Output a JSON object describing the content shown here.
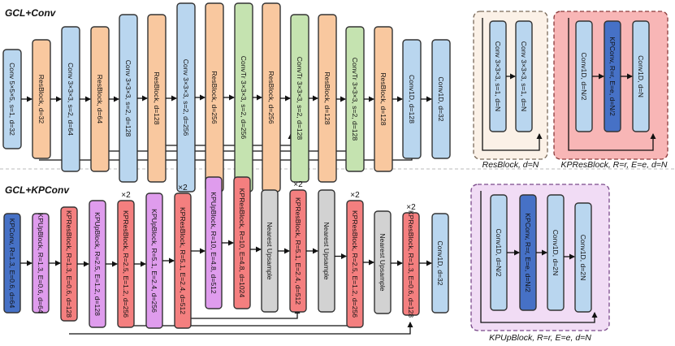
{
  "colors": {
    "conv": "#b9d6ef",
    "resblock": "#f9c89f",
    "convtr": "#c5e3b0",
    "kpconv": "#4671c6",
    "kpupblock": "#df9ced",
    "kpresblock": "#f47f7f",
    "upsample": "#d2d2d2",
    "resblock_bg": "#fbf1e7",
    "kpresblock_bg": "#f8b6b6",
    "kpupblock_bg": "#f1dcf5",
    "inset_border_beige": "#7a6a5a",
    "inset_border_red": "#8a3a3a",
    "inset_border_purple": "#7a4a8a"
  },
  "top": {
    "title": "GCL+Conv",
    "blocks": [
      {
        "label": "Conv 5×5×5, s=1, d=32",
        "type": "conv"
      },
      {
        "label": "ResBlock, d=32",
        "type": "resblock"
      },
      {
        "label": "Conv 3×3×3, s=2, d=64",
        "type": "conv"
      },
      {
        "label": "ResBlock, d=64",
        "type": "resblock"
      },
      {
        "label": "Conv 3×3×3, s=2, d=128",
        "type": "conv"
      },
      {
        "label": "ResBlock, d=128",
        "type": "resblock"
      },
      {
        "label": "Conv 3×3×3, s=2, d=256",
        "type": "conv"
      },
      {
        "label": "ResBlock, d=256",
        "type": "resblock"
      },
      {
        "label": "ConvTr 3×3×3, s=2, d=256",
        "type": "convtr"
      },
      {
        "label": "ResBlock, d=256",
        "type": "resblock"
      },
      {
        "label": "ConvTr 3×3×3, s=2, d=128",
        "type": "convtr"
      },
      {
        "label": "ResBlock, d=128",
        "type": "resblock"
      },
      {
        "label": "ConvTr 3×3×3, s=2, d=128",
        "type": "convtr"
      },
      {
        "label": "ResBlock, d=128",
        "type": "resblock"
      },
      {
        "label": "Conv1D, d=128",
        "type": "conv"
      },
      {
        "label": "Conv1D, d=32",
        "type": "conv"
      }
    ]
  },
  "bottom": {
    "title": "GCL+KPConv",
    "multiplier": "×2",
    "blocks": [
      {
        "label": "KPConv, R=1.3, E=0.6, d=64",
        "type": "kpconv"
      },
      {
        "label": "KPUpBlock, R=1.3, E=0.6, d=64",
        "type": "kpupblock"
      },
      {
        "label": "KPResBlock, R=1.3, E=0.6, d=128",
        "type": "kpresblock"
      },
      {
        "label": "KPUpBlock, R=2.5, E=1.2, d=128",
        "type": "kpupblock"
      },
      {
        "label": "KPResBlock, R=2.5, E=1.2, d=256",
        "type": "kpresblock",
        "x2": true
      },
      {
        "label": "KPUpBlock, R=5.1, E=2.4, d=256",
        "type": "kpupblock"
      },
      {
        "label": "KPResBlock, R=5.1, E=2.4, d=512",
        "type": "kpresblock",
        "x2": true
      },
      {
        "label": "KPUpBlock, R=10, E=4.8, d=512",
        "type": "kpupblock"
      },
      {
        "label": "KPResBlock, R=10, E=4.8, d=1024",
        "type": "kpresblock"
      },
      {
        "label": "Nearest Upsample",
        "type": "upsample"
      },
      {
        "label": "KPResBlock, R=5.1, E=2.4, d=512",
        "type": "kpresblock",
        "x2": true
      },
      {
        "label": "Nearest Upsample",
        "type": "upsample"
      },
      {
        "label": "KPResBlock, R=2.5, E=1.2, d=256",
        "type": "kpresblock",
        "x2": true
      },
      {
        "label": "Nearest Upsample",
        "type": "upsample"
      },
      {
        "label": "KPResBlock, R=1.3, E=0.6, d=128",
        "type": "kpresblock",
        "x2": true
      },
      {
        "label": "Conv1D, d=32",
        "type": "conv"
      }
    ]
  },
  "insets": {
    "resblock": {
      "caption": "ResBlock, d=N",
      "blocks": [
        {
          "label": "Conv 3×3×3, s=1, d=N",
          "type": "conv"
        },
        {
          "label": "Conv 3×3×3, s=1, d=N",
          "type": "conv"
        }
      ]
    },
    "kpresblock": {
      "caption": "KPResBlock, R=r, E=e, d=N",
      "blocks": [
        {
          "label": "Conv1D, d=N/2",
          "type": "conv"
        },
        {
          "label": "KPConv, R=r, E=e, d=N/2",
          "type": "kpconv"
        },
        {
          "label": "Conv1D, d=N",
          "type": "conv"
        }
      ]
    },
    "kpupblock": {
      "caption": "KPUpBlock, R=r, E=e, d=N",
      "blocks": [
        {
          "label": "Conv1D, d=N/2",
          "type": "conv"
        },
        {
          "label": "KPConv, R=r, E=e, d=N/2",
          "type": "kpconv"
        },
        {
          "label": "Conv1D, d=2N",
          "type": "conv"
        },
        {
          "label": "Conv1D, d=2N",
          "type": "conv"
        }
      ]
    }
  }
}
